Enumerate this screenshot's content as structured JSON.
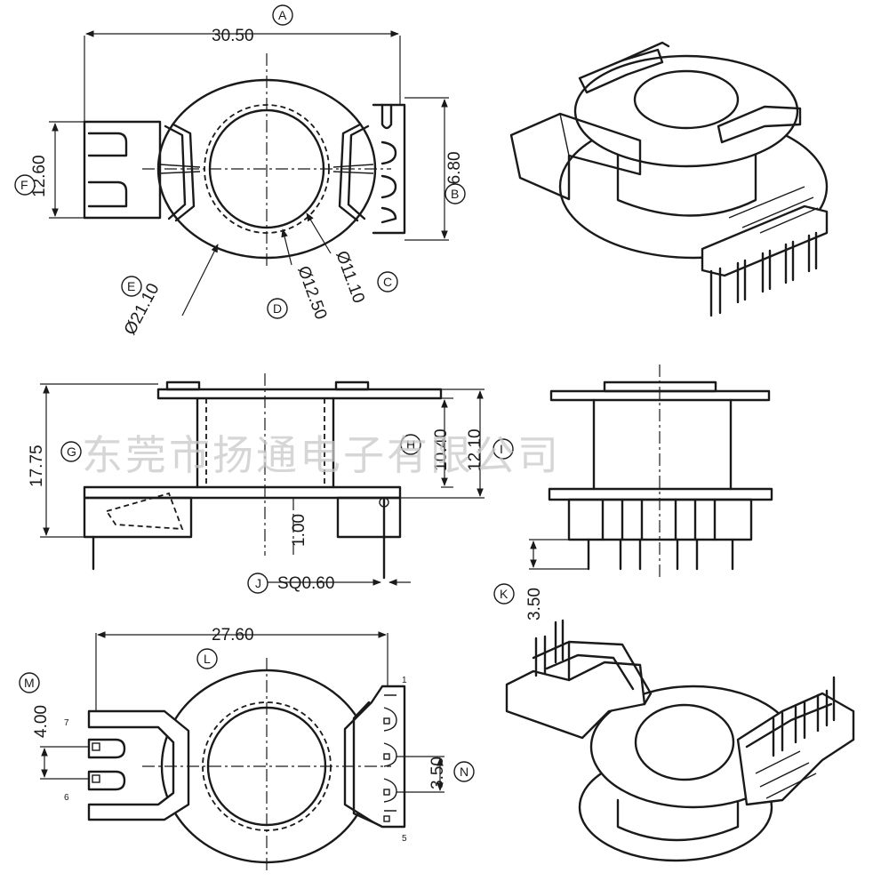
{
  "watermark": "东莞市扬通电子有限公司",
  "top_view": {
    "dims": {
      "A": "30.50",
      "B": "16.80",
      "F": "12.60",
      "E": "Ø21.10",
      "D": "Ø12.50",
      "C": "Ø11.10"
    },
    "bubbles": [
      "A",
      "B",
      "C",
      "D",
      "E",
      "F"
    ]
  },
  "side_view": {
    "dims": {
      "G": "17.75",
      "H": "10.40",
      "I": "12.10",
      "gap": "1.00",
      "J": "SQ0.60"
    },
    "bubbles": [
      "G",
      "H",
      "I",
      "J"
    ]
  },
  "front_view": {
    "dims": {
      "K": "3.50"
    },
    "bubbles": [
      "K"
    ]
  },
  "bottom_view": {
    "dims": {
      "L": "27.60",
      "M": "4.00",
      "N": "3.50"
    },
    "bubbles": [
      "L",
      "M",
      "N"
    ],
    "pin_labels": [
      "1",
      "5",
      "7",
      "6"
    ]
  },
  "colors": {
    "line": "#1a1a1a",
    "background": "#ffffff",
    "watermark": "#c8c8c8"
  }
}
